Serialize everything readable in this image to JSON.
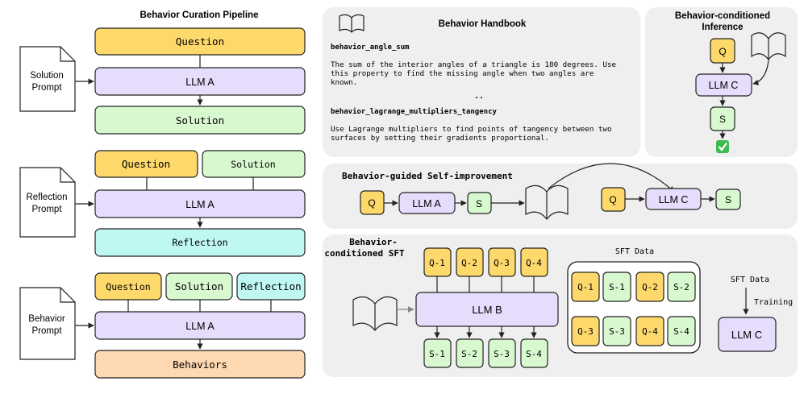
{
  "pipeline": {
    "title": "Behavior Curation Pipeline",
    "stage1": {
      "prompt": [
        "Solution",
        "Prompt"
      ],
      "question": "Question",
      "llm": "LLM A",
      "output": "Solution"
    },
    "stage2": {
      "prompt": [
        "Reflection",
        "Prompt"
      ],
      "question": "Question",
      "solution": "Solution",
      "llm": "LLM A",
      "output": "Reflection"
    },
    "stage3": {
      "prompt": [
        "Behavior",
        "Prompt"
      ],
      "question": "Question",
      "solution": "Solution",
      "reflection": "Reflection",
      "llm": "LLM A",
      "output": "Behaviors"
    }
  },
  "handbook": {
    "title": "Behavior Handbook",
    "entry1_name": "behavior_angle_sum",
    "entry1_lines": [
      "The sum of the interior angles of a triangle is 180 degrees. Use",
      "this property to find the missing angle when two angles are",
      "known."
    ],
    "ellipsis": "..",
    "entry2_name": "behavior_lagrange_multipliers_tangency",
    "entry2_lines": [
      "Use Lagrange multipliers to find points of tangency between two",
      "surfaces by setting their gradients proportional."
    ]
  },
  "inference": {
    "title": [
      "Behavior-conditioned",
      "Inference"
    ],
    "q": "Q",
    "llm": "LLM C",
    "s": "S",
    "check": "✅"
  },
  "self_improvement": {
    "title": "Behavior-guided Self-improvement",
    "q1": "Q",
    "llm1": "LLM A",
    "s1": "S",
    "q2": "Q",
    "llm2": "LLM C",
    "s2": "S"
  },
  "sft": {
    "title": [
      "Behavior-",
      "conditioned SFT"
    ],
    "questions": [
      "Q-1",
      "Q-2",
      "Q-3",
      "Q-4"
    ],
    "llm": "LLM B",
    "solutions": [
      "S-1",
      "S-2",
      "S-3",
      "S-4"
    ],
    "data_title": "SFT Data",
    "pairs": [
      "Q-1",
      "S-1",
      "Q-2",
      "S-2",
      "Q-3",
      "S-3",
      "Q-4",
      "S-4"
    ],
    "train_input": "SFT Data",
    "train_label": "Training",
    "train_output": "LLM C"
  },
  "colors": {
    "yellow": "#fdd86b",
    "purple": "#e6dcfb",
    "green": "#d8f8d0",
    "cyan": "#bff7f3",
    "orange": "#fdd8b0",
    "panel": "#efefef"
  }
}
